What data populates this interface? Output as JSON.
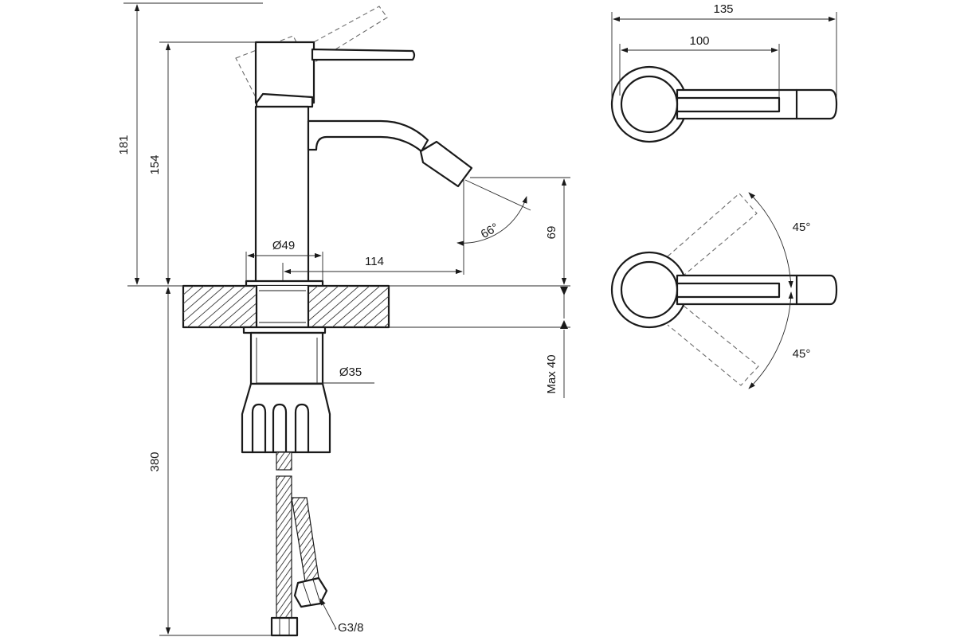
{
  "colors": {
    "line": "#1a1a1a",
    "dashed": "#6a6a6a",
    "background": "#ffffff"
  },
  "side_view": {
    "overall_height": "181",
    "body_height": "154",
    "body_diameter": "Ø49",
    "spout_reach": "114",
    "spout_height": "69",
    "spray_angle": "66°",
    "shank_diameter": "Ø35",
    "max_thickness": "Max 40",
    "hose_length": "380",
    "thread": "G3/8"
  },
  "top_view": {
    "overall_length": "135",
    "lever_length": "100",
    "rotation_up": "45°",
    "rotation_down": "45°"
  }
}
